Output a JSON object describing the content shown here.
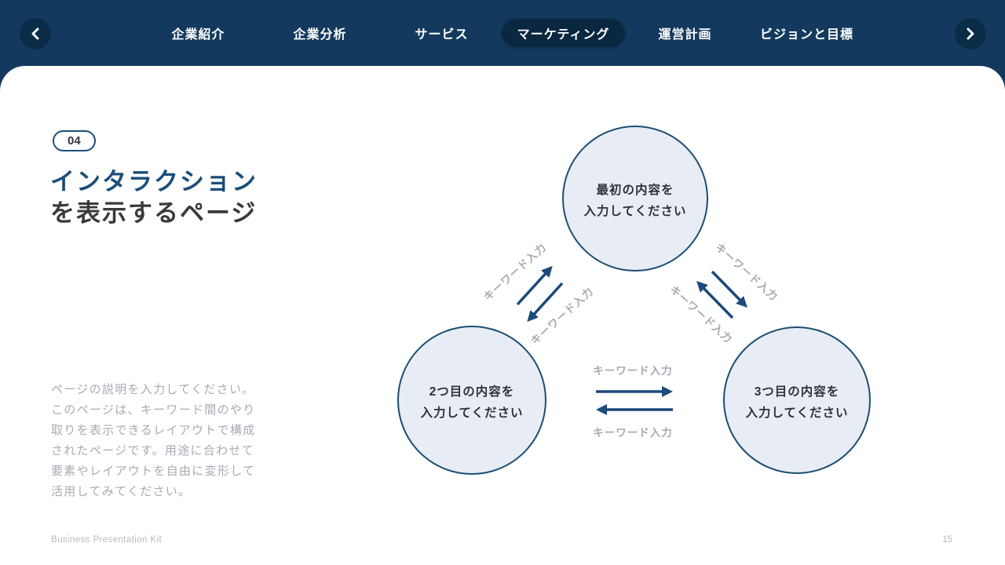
{
  "nav": {
    "prev_icon": "chevron-left",
    "next_icon": "chevron-right",
    "items": [
      {
        "label": "企業紹介",
        "active": false
      },
      {
        "label": "企業分析",
        "active": false
      },
      {
        "label": "サービス",
        "active": false
      },
      {
        "label": "マーケティング",
        "active": true
      },
      {
        "label": "運営計画",
        "active": false
      },
      {
        "label": "ビジョンと目標",
        "active": false
      }
    ]
  },
  "slide": {
    "badge": "04",
    "title_line1": "インタラクション",
    "title_line2": "を表示するページ",
    "description_lines": [
      "ページの説明を入力してください。",
      "このページは、キーワード間のやり",
      "取りを表示できるレイアウトで構成",
      "されたページです。用途に合わせて",
      "要素やレイアウトを自由に変形して",
      "活用してみてください。"
    ]
  },
  "diagram": {
    "edge_label": "キーワード入力",
    "nodes": [
      {
        "line1": "最初の内容を",
        "line2": "入力してください"
      },
      {
        "line1": "2つ目の内容を",
        "line2": "入力してください"
      },
      {
        "line1": "3つ目の内容を",
        "line2": "入力してください"
      }
    ]
  },
  "footer": {
    "brand": "Business Presentation Kit",
    "page_number": "15"
  },
  "colors": {
    "navbar_bg": "#133a5e",
    "active_pill_bg": "#0a2740",
    "arrow_button_bg": "#0b2c47",
    "accent_navy": "#1b4e79",
    "title_dark": "#3a3a3a",
    "node_fill": "#e8edf5",
    "node_border": "#1d4e73",
    "arrow": "#1b4a7b",
    "muted_text": "#a7abb3"
  }
}
